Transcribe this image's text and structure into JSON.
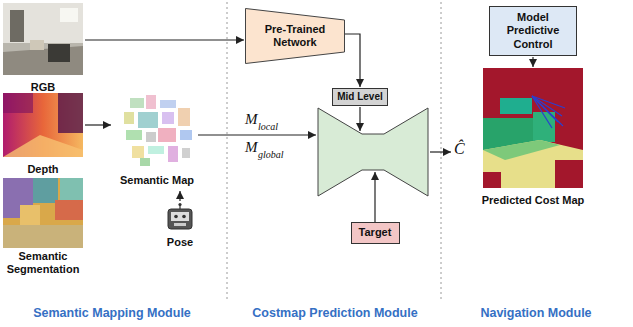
{
  "diagram": {
    "nodes": [
      {
        "text": [
          "RGB"
        ]
      },
      {
        "text": [
          "Depth"
        ]
      },
      {
        "text": [
          "Semantic Segmentation"
        ]
      },
      {
        "text": [
          "Semantic Map"
        ]
      },
      {
        "text": [
          "Pose"
        ]
      },
      {
        "text": [
          "Pre-Trained Network"
        ]
      },
      {
        "text": [
          "Mid Level"
        ]
      },
      {
        "text": [
          "Target"
        ]
      },
      {
        "text": [
          "Model Predictive Control"
        ]
      },
      {
        "text": [
          "Predicted Cost Map"
        ]
      }
    ],
    "edges": [
      {
        "from": 0,
        "to": 5,
        "arrow": "to"
      },
      {
        "from": 1,
        "to": 3,
        "arrow": "to"
      },
      {
        "from": 4,
        "to": 3,
        "arrow": "to"
      },
      {
        "from": 5,
        "to": 6,
        "arrow": "to"
      },
      {
        "from": 8,
        "to": 9,
        "arrow": "to"
      }
    ],
    "labels": [
      "M",
      "local",
      "M",
      "global",
      "Ĉ",
      "Semantic Mapping Module",
      "Costmap Prediction Module",
      "Navigation Module"
    ]
  }
}
